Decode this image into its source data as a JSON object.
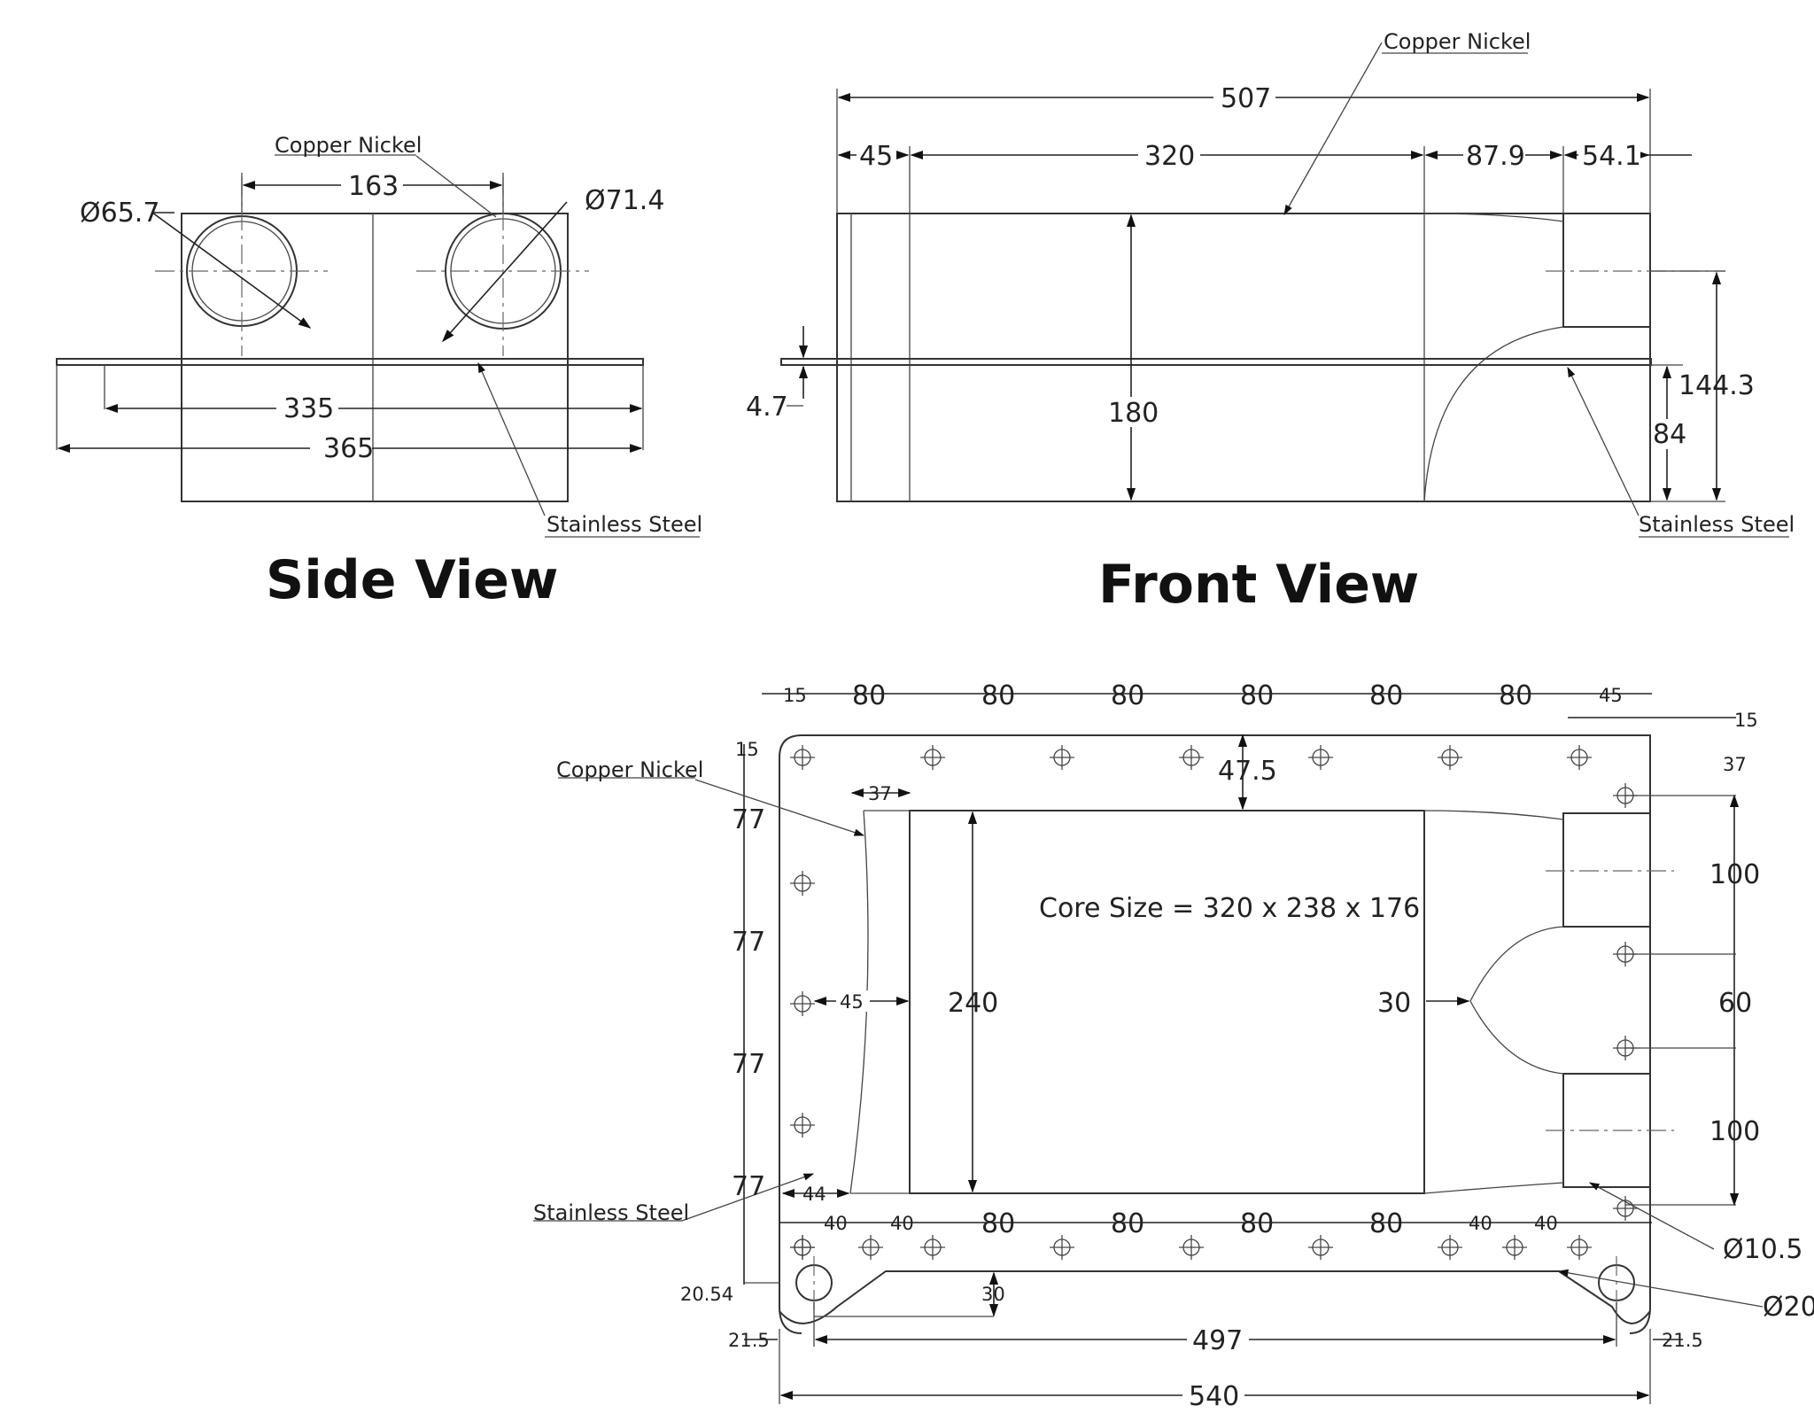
{
  "views": {
    "side_title": "Side View",
    "front_title": "Front View"
  },
  "materials": {
    "copper_nickel": "Copper Nickel",
    "stainless_steel": "Stainless Steel"
  },
  "side_view": {
    "dia_left": "Ø65.7",
    "dia_right": "Ø71.4",
    "width_163": "163",
    "width_335": "335",
    "width_365": "365"
  },
  "front_view": {
    "len_507": "507",
    "len_45": "45",
    "len_320": "320",
    "len_87_9": "87.9",
    "len_54_1": "54.1",
    "thk_4_7": "4.7",
    "h_180": "180",
    "h_144_3": "144.3",
    "h_84": "84"
  },
  "plan_view": {
    "core_size": "Core Size = 320 x 238 x 176",
    "top_15": "15",
    "top_80": "80",
    "top_45": "45",
    "right_15": "15",
    "left_15": "15",
    "d_47_5": "47.5",
    "d_37_top": "37",
    "d_37_right": "37",
    "left_77": "77",
    "d_45_inner": "45",
    "d_240": "240",
    "d_30_mid": "30",
    "right_100": "100",
    "right_60": "60",
    "d_44": "44",
    "bot_40": "40",
    "bot_80": "80",
    "d_10_5": "Ø10.5",
    "d_20_54": "20.54",
    "d_30_bot": "30",
    "d_20": "Ø20",
    "d_21_5": "21.5",
    "d_497": "497",
    "d_540": "540"
  }
}
